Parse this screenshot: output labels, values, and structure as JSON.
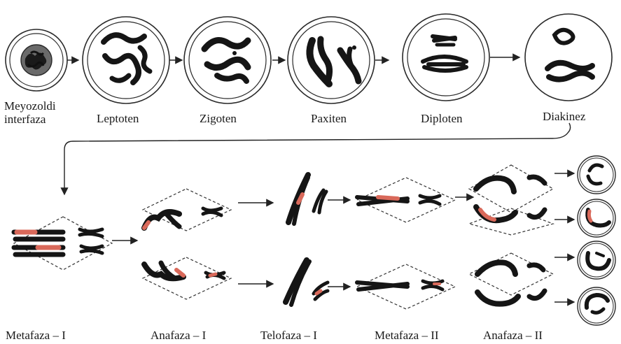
{
  "diagram": {
    "stages_top": [
      {
        "id": "meyozoldi",
        "label_line1": "Meyozoldi",
        "label_line2": "interfaza"
      },
      {
        "id": "leptoten",
        "label": "Leptoten"
      },
      {
        "id": "zigoten",
        "label": "Zigoten"
      },
      {
        "id": "paxiten",
        "label": "Paxiten"
      },
      {
        "id": "diploten",
        "label": "Diploten"
      },
      {
        "id": "diakinez",
        "label": "Diakinez"
      }
    ],
    "stages_bottom": [
      {
        "id": "metafaza-1",
        "label": "Metafaza – I"
      },
      {
        "id": "anafaza-1",
        "label": "Anafaza – I"
      },
      {
        "id": "telofaza-1",
        "label": "Telofaza – I"
      },
      {
        "id": "metafaza-2",
        "label": "Metafaza – II"
      },
      {
        "id": "anafaza-2",
        "label": "Anafaza – II"
      }
    ],
    "colors": {
      "chromosome_dark": "#151515",
      "chromosome_red": "#d9695a",
      "outline": "#2a2a2a",
      "background": "#ffffff"
    }
  }
}
